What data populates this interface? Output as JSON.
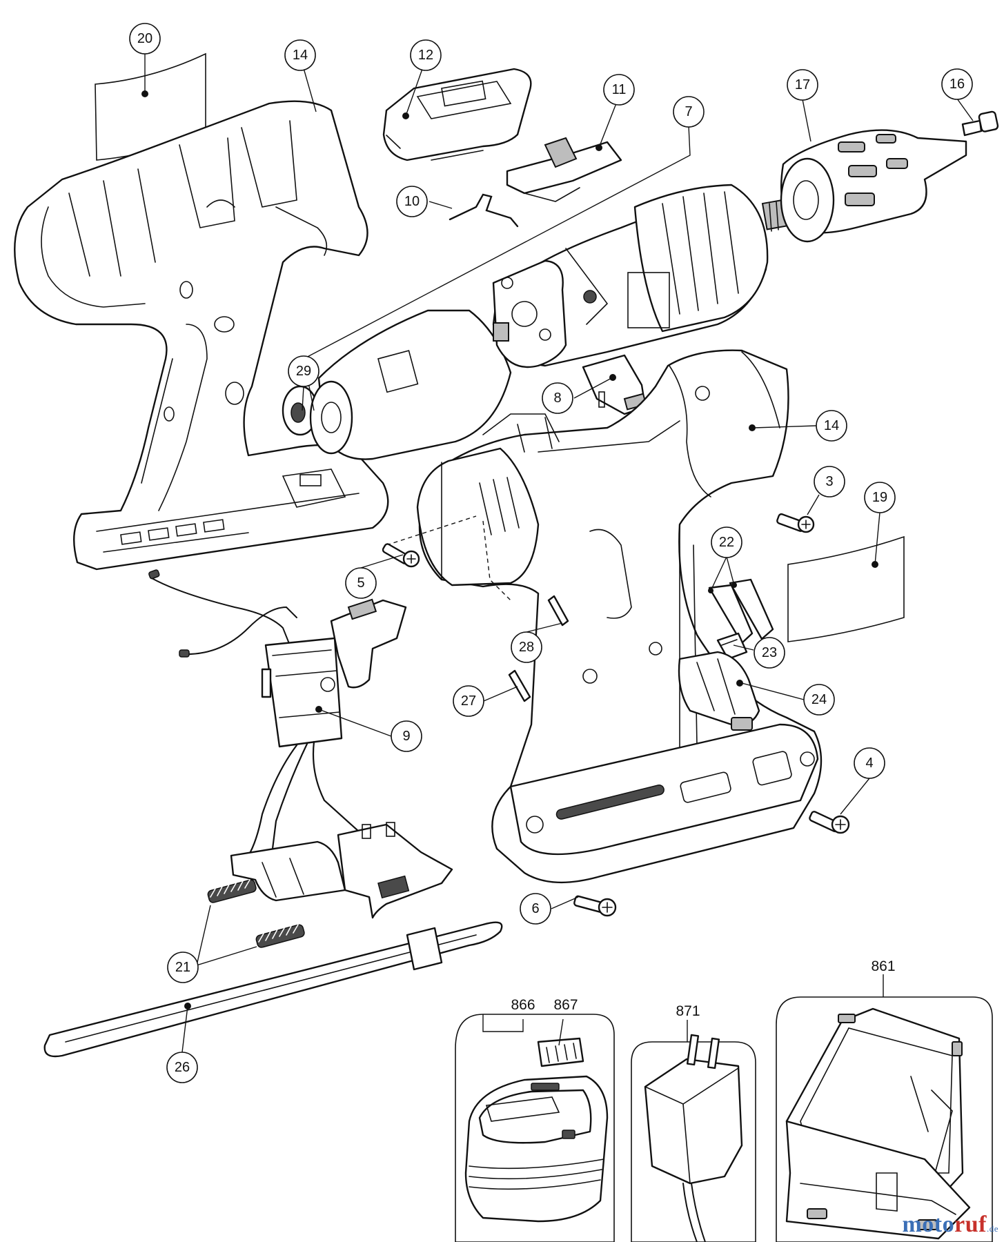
{
  "diagram": {
    "callouts": [
      {
        "id": "c20",
        "label": "20"
      },
      {
        "id": "c14a",
        "label": "14"
      },
      {
        "id": "c12",
        "label": "12"
      },
      {
        "id": "c11",
        "label": "11"
      },
      {
        "id": "c7",
        "label": "7"
      },
      {
        "id": "c17",
        "label": "17"
      },
      {
        "id": "c16",
        "label": "16"
      },
      {
        "id": "c10",
        "label": "10"
      },
      {
        "id": "c29",
        "label": "29"
      },
      {
        "id": "c8",
        "label": "8"
      },
      {
        "id": "c14b",
        "label": "14"
      },
      {
        "id": "c3",
        "label": "3"
      },
      {
        "id": "c19",
        "label": "19"
      },
      {
        "id": "c22",
        "label": "22"
      },
      {
        "id": "c5",
        "label": "5"
      },
      {
        "id": "c28",
        "label": "28"
      },
      {
        "id": "c23",
        "label": "23"
      },
      {
        "id": "c27",
        "label": "27"
      },
      {
        "id": "c24",
        "label": "24"
      },
      {
        "id": "c9",
        "label": "9"
      },
      {
        "id": "c4",
        "label": "4"
      },
      {
        "id": "c6",
        "label": "6"
      },
      {
        "id": "c21",
        "label": "21"
      },
      {
        "id": "c26",
        "label": "26"
      }
    ],
    "accessory_labels": {
      "battery": "866",
      "battery_terminal": "867",
      "charger": "871",
      "case": "861"
    }
  },
  "watermark": {
    "main": "moto",
    "accent": "ruf",
    "tld": ".de"
  }
}
